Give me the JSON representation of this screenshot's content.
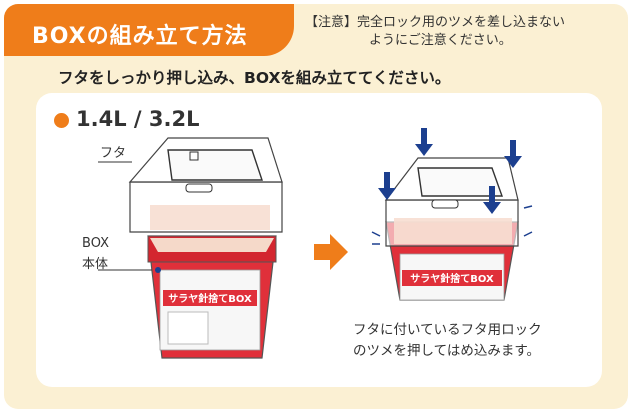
{
  "header": {
    "title": "BOXの組み立て方法",
    "notice_line1": "【注意】完全ロック用のツメを差し込まない",
    "notice_line2": "ようにご注意ください。"
  },
  "instruction": "フタをしっかり押し込み、BOXを組み立ててください。",
  "size_label": "1.4L / 3.2L",
  "labels": {
    "lid": "フタ",
    "box_line1": "BOX",
    "box_line2": "本体"
  },
  "product": {
    "brand_text": "サラヤ針捨てBOX"
  },
  "caption": {
    "line1": "フタに付いているフタ用ロック",
    "line2": "のツメを押してはめ込みます。"
  },
  "colors": {
    "accent": "#ef7d1a",
    "background": "#fbf0d3",
    "box_red": "#e0303a",
    "arrow_blue": "#1c3f8f"
  }
}
